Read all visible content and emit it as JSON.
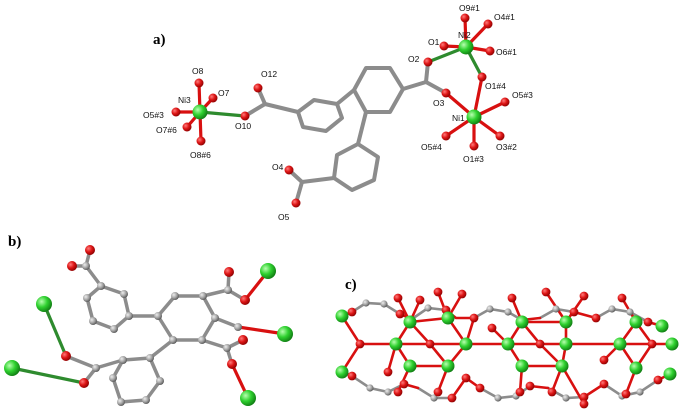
{
  "panels": {
    "a": "a)",
    "b": "b)",
    "c": "c)"
  },
  "atom_labels": {
    "O9_1": "O9#1",
    "O4_1": "O4#1",
    "O1": "O1",
    "Ni2": "Ni2",
    "O6_1": "O6#1",
    "O2": "O2",
    "O1_4": "O1#4",
    "O3": "O3",
    "O5_3a": "O5#3",
    "Ni1": "Ni1",
    "O5_4": "O5#4",
    "O3_2": "O3#2",
    "O1_3": "O1#3",
    "O8": "O8",
    "O12": "O12",
    "O7": "O7",
    "Ni3": "Ni3",
    "O5_3b": "O5#3",
    "O10": "O10",
    "O7_6": "O7#6",
    "O8_6": "O8#6",
    "O4": "O4",
    "O5": "O5"
  },
  "colors": {
    "carbon": "#8a8a8a",
    "oxygen": "#d81010",
    "nickel": "#22c32a",
    "bond_ni_o": "#2e8b2e"
  }
}
